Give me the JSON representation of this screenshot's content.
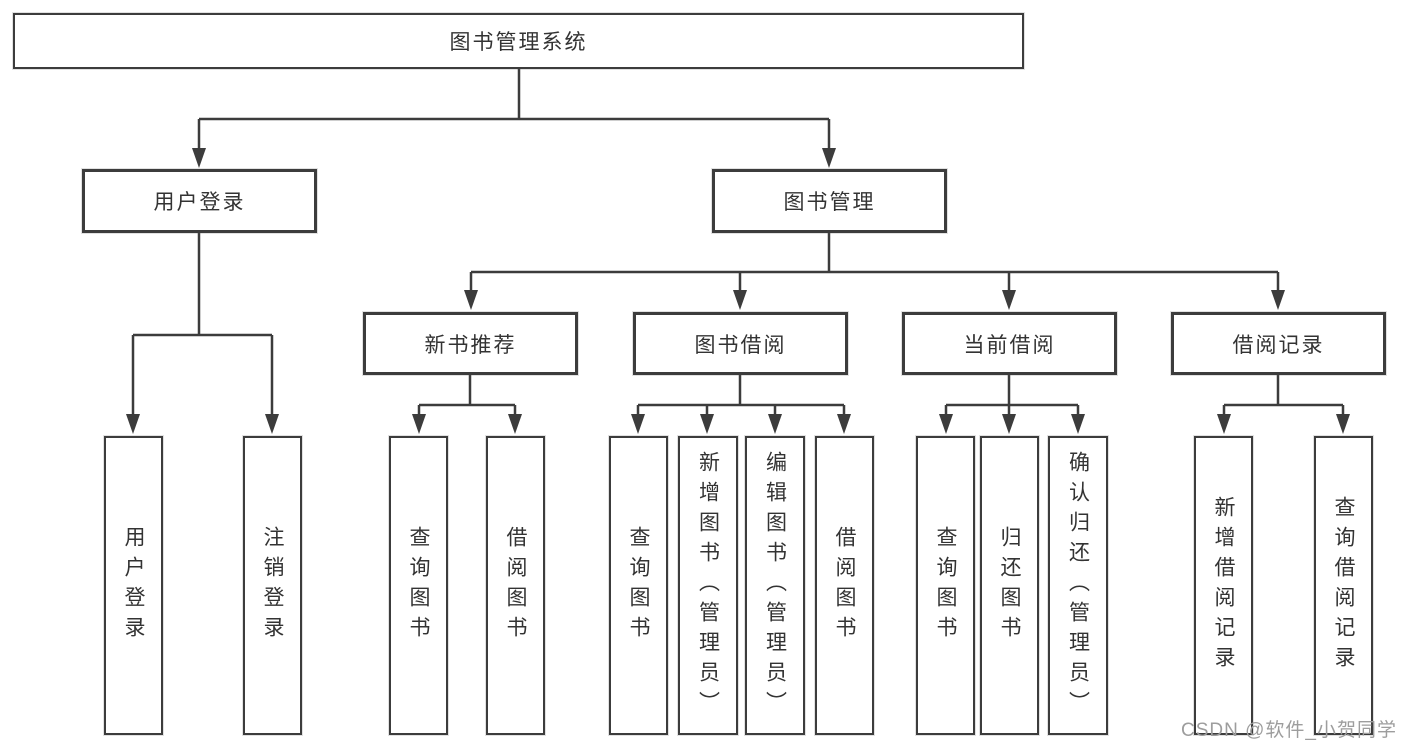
{
  "diagram_title": "图书管理系统",
  "watermark_text": "CSDN @软件_小贺同学",
  "colors": {
    "background": "#ffffff",
    "box_border": "#3c3c3c",
    "connector_line": "#3c3c3c",
    "text": "#333333",
    "watermark": "#9d9d9d"
  },
  "nodes": {
    "root": {
      "label": "图书管理系统",
      "level": 1,
      "parent": null
    },
    "user_login": {
      "label": "用户登录",
      "level": 2,
      "parent": "root"
    },
    "book_mgmt": {
      "label": "图书管理",
      "level": 2,
      "parent": "root"
    },
    "new_book_rec": {
      "label": "新书推荐",
      "level": 3,
      "parent": "book_mgmt"
    },
    "book_borrow": {
      "label": "图书借阅",
      "level": 3,
      "parent": "book_mgmt"
    },
    "current_borrow": {
      "label": "当前借阅",
      "level": 3,
      "parent": "book_mgmt"
    },
    "borrow_records": {
      "label": "借阅记录",
      "level": 3,
      "parent": "book_mgmt"
    },
    "leaf_user_login": {
      "label": "用户登录",
      "level": 4,
      "parent": "user_login"
    },
    "leaf_logout": {
      "label": "注销登录",
      "level": 4,
      "parent": "user_login"
    },
    "leaf_rec_query": {
      "label": "查询图书",
      "level": 4,
      "parent": "new_book_rec"
    },
    "leaf_rec_borrow": {
      "label": "借阅图书",
      "level": 4,
      "parent": "new_book_rec"
    },
    "leaf_bor_query": {
      "label": "查询图书",
      "level": 4,
      "parent": "book_borrow"
    },
    "leaf_bor_add": {
      "label": "新增图书（管理员）",
      "level": 4,
      "parent": "book_borrow"
    },
    "leaf_bor_edit": {
      "label": "编辑图书（管理员）",
      "level": 4,
      "parent": "book_borrow"
    },
    "leaf_bor_borrow": {
      "label": "借阅图书",
      "level": 4,
      "parent": "book_borrow"
    },
    "leaf_cur_query": {
      "label": "查询图书",
      "level": 4,
      "parent": "current_borrow"
    },
    "leaf_cur_return": {
      "label": "归还图书",
      "level": 4,
      "parent": "current_borrow"
    },
    "leaf_cur_confirm": {
      "label": "确认归还（管理员）",
      "level": 4,
      "parent": "current_borrow"
    },
    "leaf_rcd_add": {
      "label": "新增借阅记录",
      "level": 4,
      "parent": "borrow_records"
    },
    "leaf_rcd_query": {
      "label": "查询借阅记录",
      "level": 4,
      "parent": "borrow_records"
    }
  }
}
